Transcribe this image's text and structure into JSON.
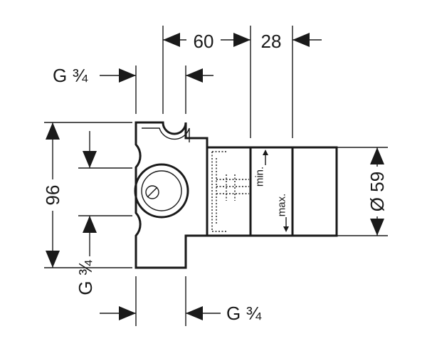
{
  "drawing": {
    "dimensions": {
      "top_span": "60",
      "top_span_right": "28",
      "height": "96",
      "diameter": "Ø 59"
    },
    "threads": {
      "top_left": "G ¾",
      "bottom_left": "G ¾",
      "bottom_right": "G ¾"
    },
    "labels": {
      "min": "min.",
      "max": "max."
    }
  }
}
